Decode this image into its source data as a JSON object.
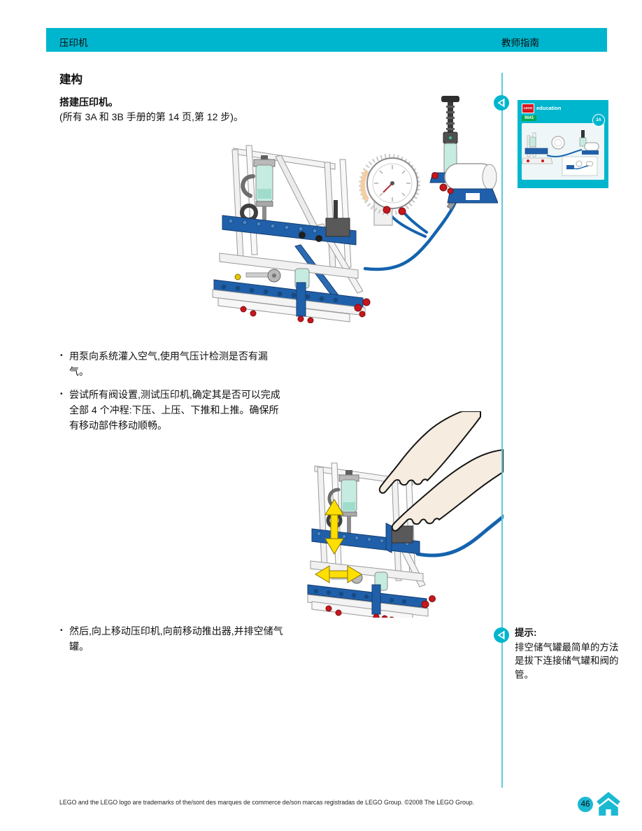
{
  "header": {
    "left_title": "压印机",
    "right_title": "教师指南"
  },
  "section_title": "建构",
  "intro": {
    "lead": "搭建压印机。",
    "reference": "(所有 3A 和 3B 手册的第 14 页,第 12 步)。"
  },
  "bullet_char": "•",
  "bullets": [
    {
      "text": "用泵向系统灌入空气,使用气压计检测是否有漏气。"
    },
    {
      "text": "尝试所有阀设置,测试压印机,确定其是否可以完成全部 4 个冲程:下压、上压、下推和上推。确保所有移动部件移动顺畅。"
    },
    {
      "text": "然后,向上移动压印机,向前移动推出器,并排空储气罐。"
    }
  ],
  "tip": {
    "label": "提示:",
    "text": "排空储气罐最简单的方法是拔下连接储气罐和阀的管。"
  },
  "thumbnail": {
    "logo": "LEGO",
    "brand": "education",
    "set_number": "9641",
    "page_badge": "3A"
  },
  "footer": {
    "legal": "LEGO and the LEGO logo are trademarks of the/sont des marques de commerce de/son marcas registradas de LEGO Group. ©2008 The LEGO Group.",
    "page_number": "46"
  },
  "colors": {
    "cyan": "#00b6ce",
    "rule_cyan": "#5ecadd",
    "green": "#00a84f",
    "lego_red": "#d6181f",
    "lego_blue": "#2060aa",
    "tube_blue": "#1463ae",
    "mint": "#c6ebe0",
    "arrow_yellow": "#ffdf00"
  }
}
